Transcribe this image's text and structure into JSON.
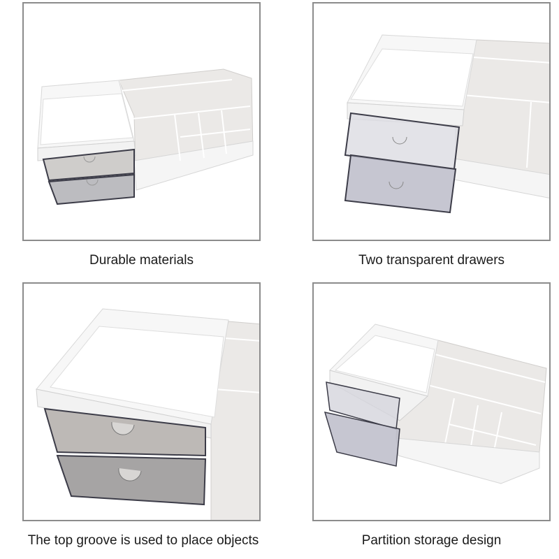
{
  "grid": {
    "panels": [
      {
        "caption": "Durable materials",
        "image": "organizer-overview"
      },
      {
        "caption": "Two transparent drawers",
        "image": "organizer-drawers-open"
      },
      {
        "caption": "The top groove is used to place objects",
        "image": "organizer-top-groove-closeup"
      },
      {
        "caption": "Partition storage design",
        "image": "organizer-partition-view"
      }
    ]
  },
  "colors": {
    "frame": "#8c8c8c",
    "plastic_white": "#f4f4f4",
    "plastic_shade": "#e3e1df",
    "drawer_tint": "#9a9aa6",
    "drawer_edge": "#3c3c48",
    "caption_text": "#1a1a1a"
  }
}
